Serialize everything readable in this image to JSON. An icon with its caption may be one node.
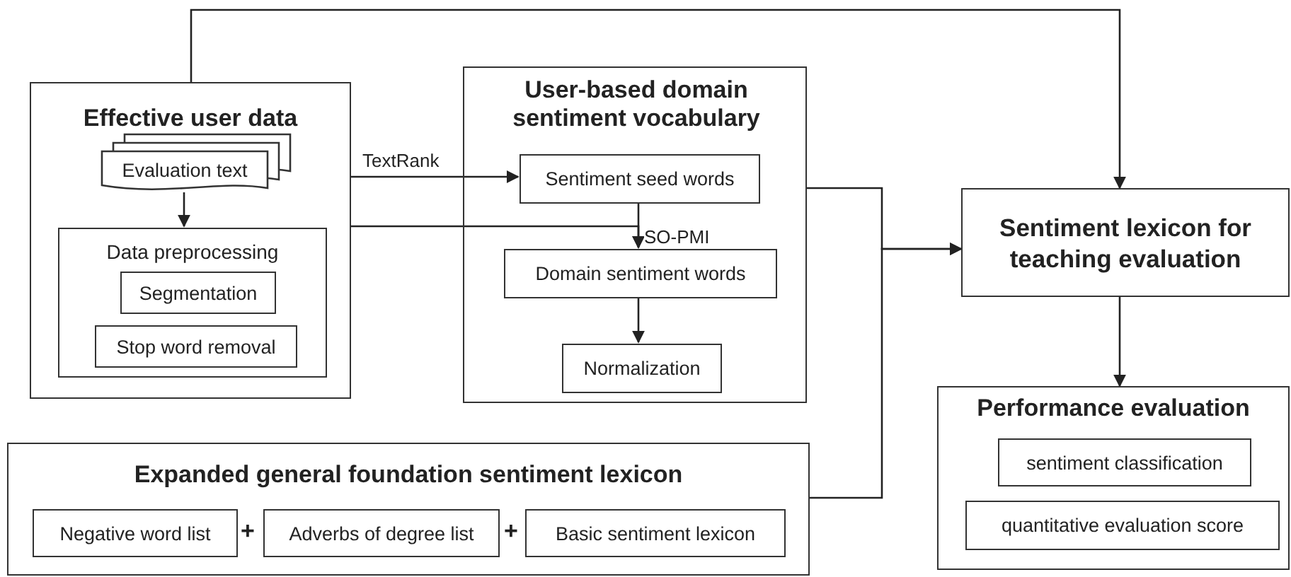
{
  "diagram": {
    "nodes": [
      {
        "text": [
          "Effective user data"
        ]
      },
      {
        "text": [
          "Evaluation text"
        ],
        "in": 0
      },
      {
        "text": [
          "Data preprocessing"
        ],
        "in": 0
      },
      {
        "text": [
          "Segmentation"
        ],
        "in": 2
      },
      {
        "text": [
          "Stop word removal"
        ],
        "in": 2
      },
      {
        "text": [
          "User-based domain sentiment vocabulary"
        ]
      },
      {
        "text": [
          "Sentiment seed words"
        ],
        "in": 5
      },
      {
        "text": [
          "Domain sentiment words"
        ],
        "in": 5
      },
      {
        "text": [
          "Normalization"
        ],
        "in": 5
      },
      {
        "text": [
          "Sentiment lexicon for teaching evaluation"
        ]
      },
      {
        "text": [
          "Performance evaluation"
        ]
      },
      {
        "text": [
          "sentiment classification"
        ],
        "in": 10
      },
      {
        "text": [
          "quantitative evaluation score"
        ],
        "in": 10
      },
      {
        "text": [
          "Expanded general foundation sentiment lexicon"
        ]
      },
      {
        "text": [
          "Negative word list"
        ],
        "in": 13
      },
      {
        "text": [
          "Adverbs of degree list"
        ],
        "in": 13
      },
      {
        "text": [
          "Basic sentiment lexicon"
        ],
        "in": 13
      }
    ],
    "edges": [
      {
        "from": 0,
        "to": 9,
        "arrow": "to"
      },
      {
        "from": 1,
        "to": 2,
        "arrow": "to"
      },
      {
        "from": 0,
        "to": 6,
        "arrow": "to",
        "label": "TextRank"
      },
      {
        "from": 0,
        "to": 7,
        "arrow": "to"
      },
      {
        "from": 6,
        "to": 7,
        "arrow": "to",
        "label": "SO-PMI"
      },
      {
        "from": 7,
        "to": 8,
        "arrow": "to"
      },
      {
        "from": 5,
        "to": 9,
        "arrow": "to"
      },
      {
        "from": 13,
        "to": 9,
        "arrow": "to"
      },
      {
        "from": 9,
        "to": 10,
        "arrow": "to"
      }
    ],
    "labels": [
      "+",
      "+"
    ]
  }
}
